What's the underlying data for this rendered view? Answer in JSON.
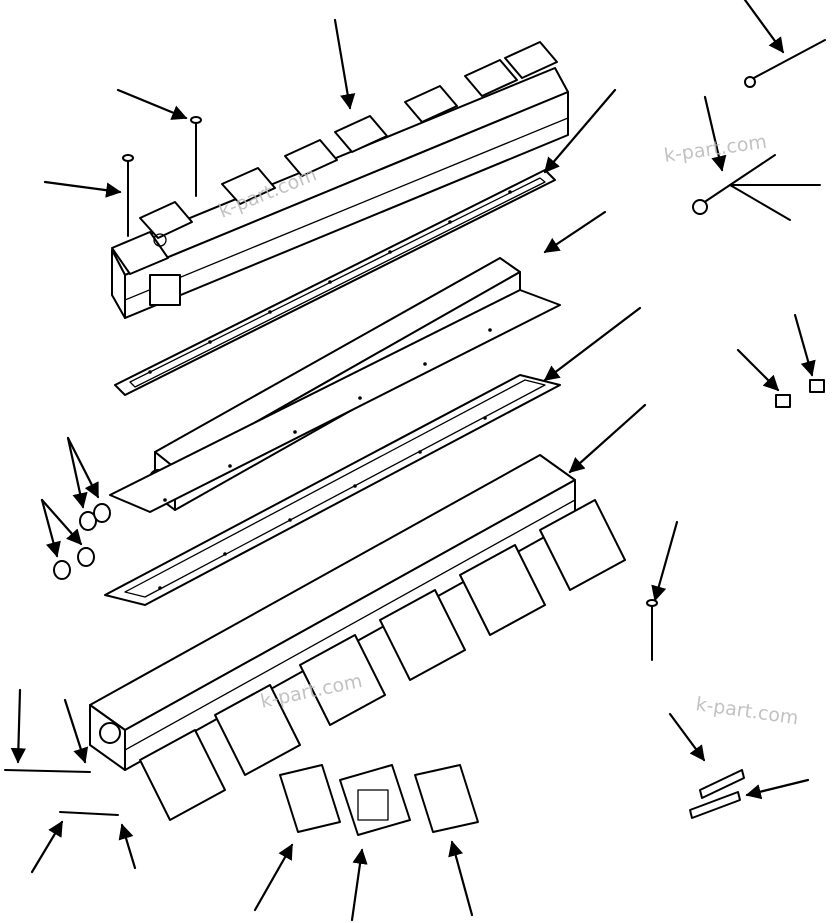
{
  "watermarks": [
    "k-part.com",
    "k-part.com",
    "k-part.com",
    "k-part.com"
  ],
  "colors": {
    "line": "#000000",
    "background": "#ffffff",
    "watermark": "#b8b8b8"
  }
}
